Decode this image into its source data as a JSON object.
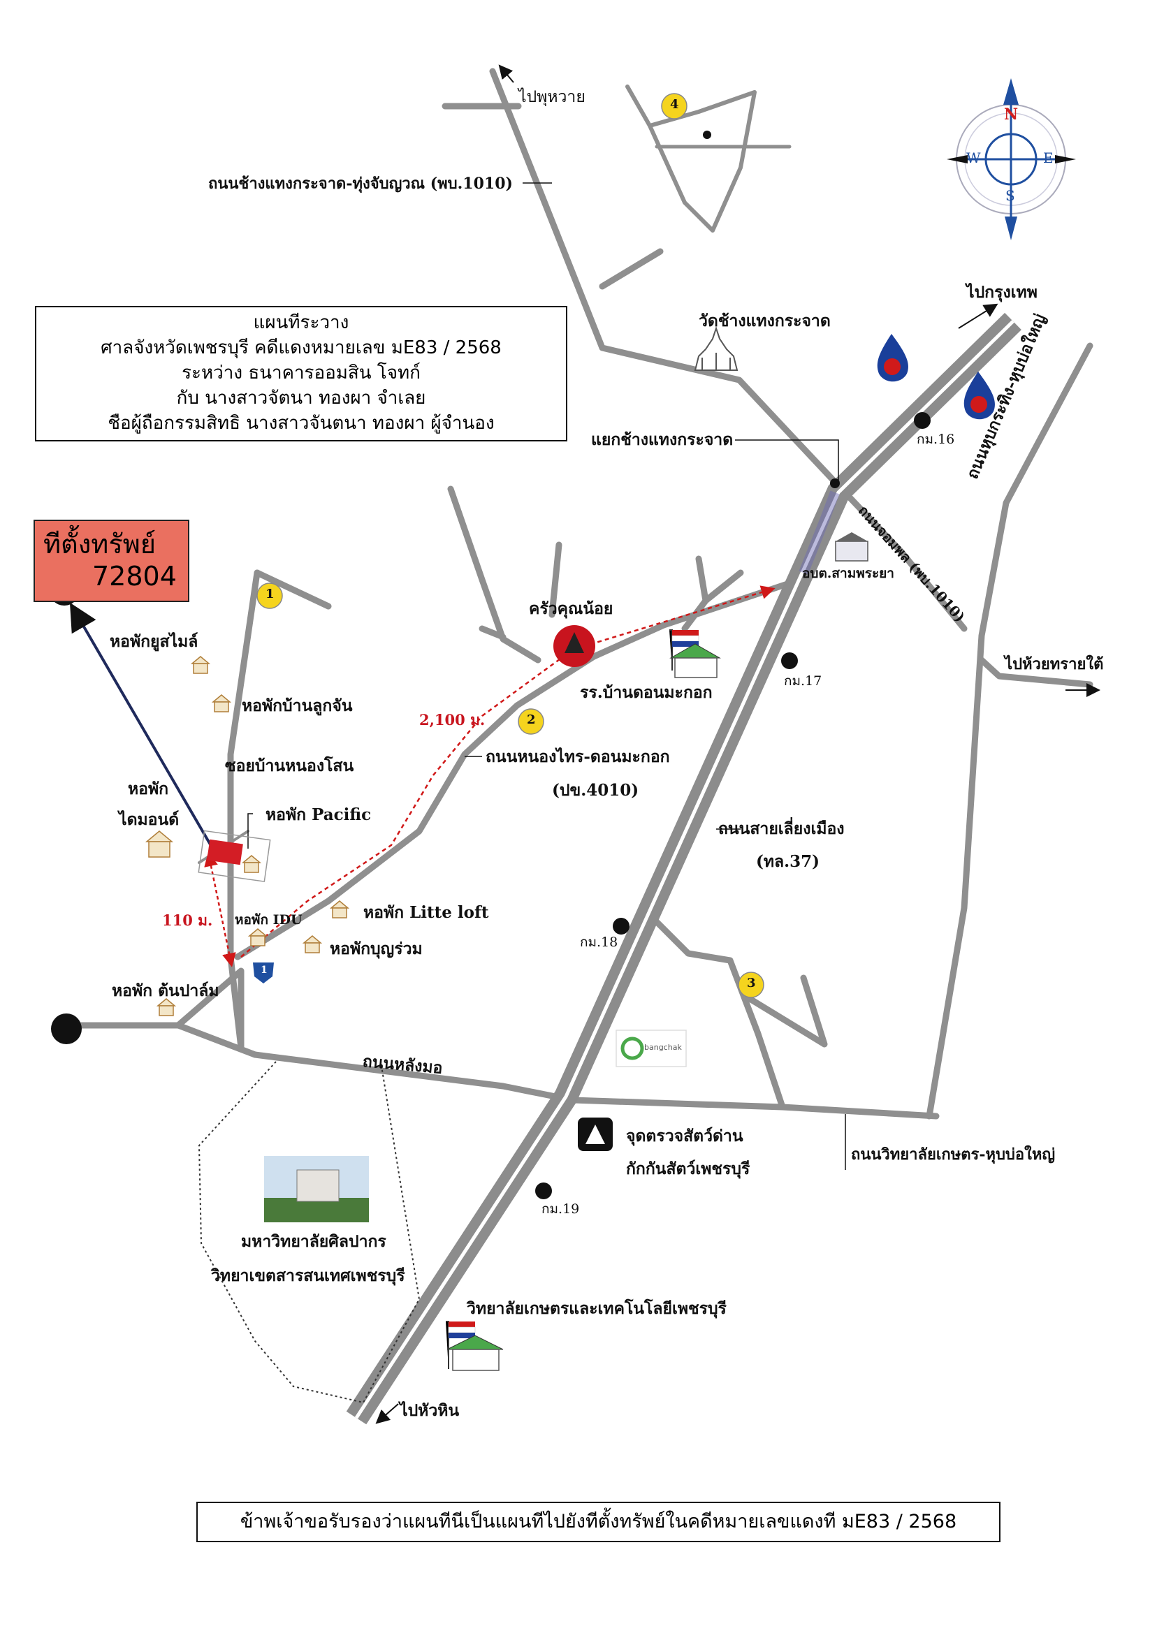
{
  "info_box": {
    "line1": "แผนทีระวาง",
    "line2": "ศาลจังหวัดเพชรบุรี คดีแดงหมายเลข มE83 / 2568",
    "line3": "ระหว่าง ธนาคารออมสิน โจทก์",
    "line4": "กับ นางสาวจัตนา ทองผา จำเลย",
    "line5": "ชือผู้ถือกรรมสิทธิ นางสาวจันตนา ทองผา ผู้จำนอง"
  },
  "property_box": {
    "line1": "ทีตั้งทรัพย์",
    "line2": "72804"
  },
  "compass": {
    "n": "N",
    "s": "S",
    "e": "E",
    "w": "W"
  },
  "labels": {
    "to_phu_kwai": "ไปพุหวาย",
    "road_1010": "ถนนช้างแทงกระจาด-ทุ่งจับญวณ (พบ.1010)",
    "to_bangkok": "ไปกรุงเทพ",
    "wat": "วัดช้างแทงกระจาด",
    "junction": "แยกช้างแทงกระจาด",
    "km16": "กม.16",
    "road_hup_bo_yai": "ถนนหุบกระทิง-หุบบ่อใหญ่",
    "road_jompon": "ถนนจอมพล (พบ.1010)",
    "obt": "อบต.สามพระยา",
    "to_huai_sai_tai": "ไปห้วยทรายใต้",
    "khrua": "ครัวคุณน้อย",
    "school": "รร.บ้านดอนมะกอก",
    "km17": "กม.17",
    "dist_2100": "2,100 ม.",
    "road_nong_sai": "ถนนหนองไทร-ดอนมะกอก",
    "road_nong_sai_code": "(ปข.4010)",
    "road_bypass": "ถนนสายเลี่ยงเมือง",
    "road_bypass_code": "(ทล.37)",
    "dorm_u_style": "หอพักยูสไมล์",
    "dorm_luk_chan": "หอพักบ้านลูกจัน",
    "soi_nong_son": "ซอยบ้านหนองโสน",
    "dorm_diamond_1": "หอพัก",
    "dorm_diamond_2": "ไดมอนด์",
    "dorm_pacific": "หอพัก Pacific",
    "dist_110": "110 ม.",
    "dorm_idu": "หอพัก IDU",
    "dorm_litte_loft": "หอพัก Litte loft",
    "dorm_bun_ruam": "หอพักบุญร่วม",
    "km18": "กม.18",
    "dorm_ton_palm": "หอพัก ต้นปาล์ม",
    "road_lang_mo": "ถนนหลังมอ",
    "bangchak": "bangchak",
    "checkpoint_1": "จุดตรวจสัตว์ด่าน",
    "checkpoint_2": "กักกันสัตว์เพชรบุรี",
    "road_kaset": "ถนนวิทยาลัยเกษตร-หุบบ่อใหญ่",
    "km19": "กม.19",
    "univ_1": "มหาวิทยาลัยศิลปากร",
    "univ_2": "วิทยาเขตสารสนเทศเพชรบุรี",
    "college": "วิทยาลัยเกษตรและเทคโนโลยีเพชรบุรี",
    "to_hua_hin": "ไปหัวหิน",
    "marker_1": "1",
    "marker_2": "2",
    "marker_3": "3",
    "marker_4": "4",
    "shield_1": "1"
  },
  "footer": {
    "text": "ข้าพเจ้าขอรับรองว่าแผนทีนีเป็นแผนทีไปยังทีตั้งทรัพย์ในคดีหมายเลขแดงที มE83 / 2568"
  },
  "colors": {
    "road": "#8f8f8f",
    "highway": "#8c8c8c",
    "highway_center": "#ffffff",
    "route_red": "#d01818",
    "arrow_navy": "#1f2a5c",
    "marker_yellow": "#f5d41e",
    "property_fill": "#ea7060",
    "plot_red": "#d31d25",
    "compass_blue": "#1f4fa0",
    "compass_red": "#d02020",
    "ptt_blue": "#1a3f9a",
    "ptt_red": "#d01a1a"
  },
  "icons": [
    "compass-icon",
    "ptt-station-icon",
    "temple-icon",
    "school-icon",
    "dorm-icon",
    "restaurant-icon",
    "checkpoint-icon",
    "bangchak-logo",
    "university-photo",
    "route-shield-icon",
    "location-pin"
  ]
}
